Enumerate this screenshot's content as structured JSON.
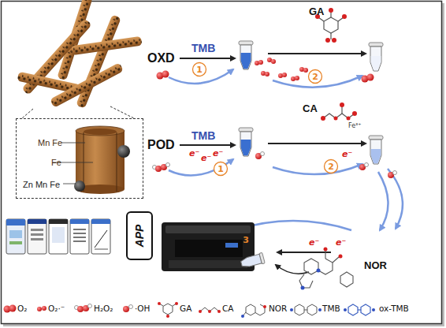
{
  "diagram": {
    "nodes": [
      {
        "text": [
          "Mn Fe",
          "Fe",
          "Zn Mn Fe"
        ]
      },
      {
        "text": [
          "APP"
        ]
      }
    ],
    "labels": [
      "GA",
      "OXD",
      "TMB",
      "1",
      "2",
      "CA",
      "POD",
      "TMB",
      "e⁻",
      "e⁻",
      "e⁻",
      "1",
      "Fe³⁺",
      "e⁻",
      "2",
      "3",
      "e⁻",
      "e⁻",
      "NOR"
    ],
    "legend": [
      {
        "text": "O₂"
      },
      {
        "text": "O₂·⁻"
      },
      {
        "text": "H₂O₂"
      },
      {
        "text": "·OH"
      },
      {
        "text": "GA"
      },
      {
        "text": "CA"
      },
      {
        "text": "NOR"
      },
      {
        "text": "TMB"
      },
      {
        "text": "ox-TMB"
      }
    ]
  }
}
